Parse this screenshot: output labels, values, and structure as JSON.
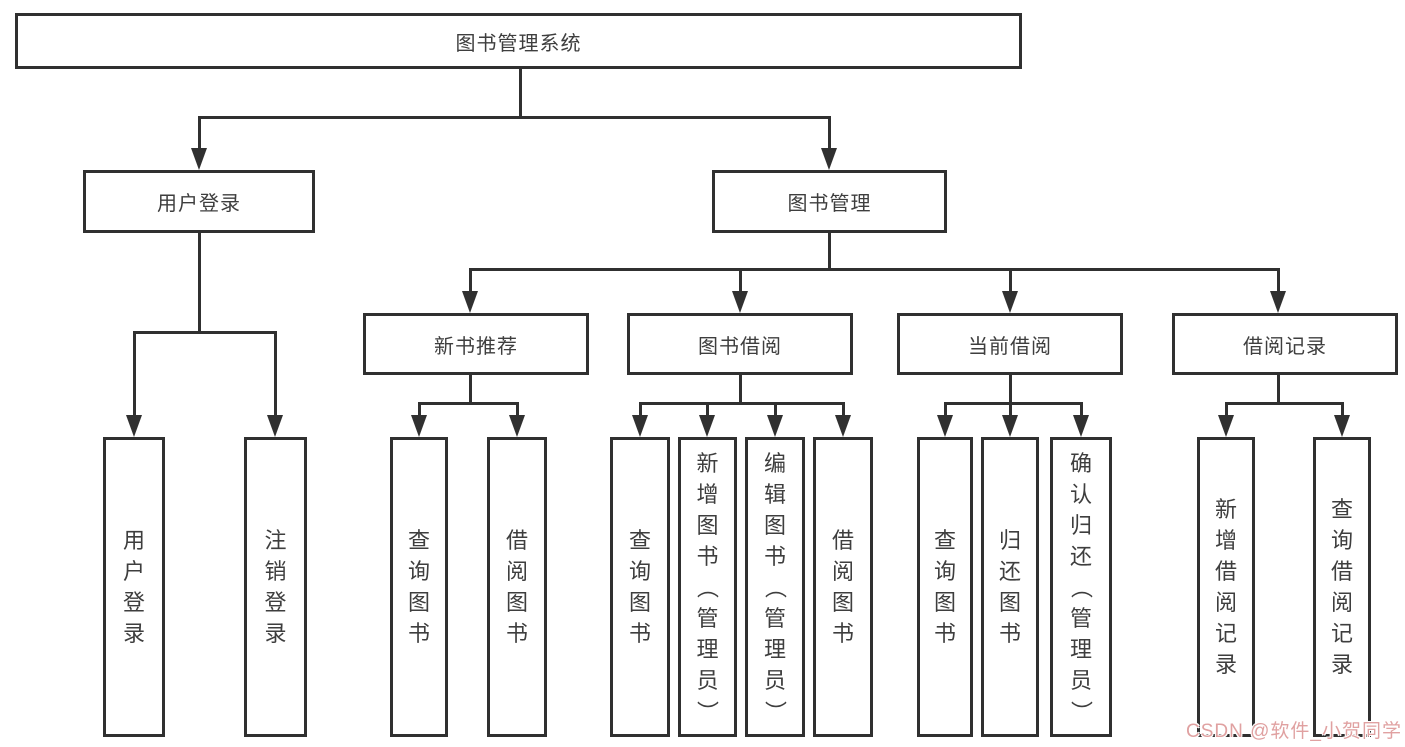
{
  "diagram": {
    "title": "图书管理系统",
    "root": {
      "label": "图书管理系统"
    },
    "level2": [
      {
        "label": "用户登录"
      },
      {
        "label": "图书管理"
      }
    ],
    "level3": [
      {
        "label": "新书推荐"
      },
      {
        "label": "图书借阅"
      },
      {
        "label": "当前借阅"
      },
      {
        "label": "借阅记录"
      }
    ],
    "leaves": [
      {
        "label": "用户登录"
      },
      {
        "label": "注销登录"
      },
      {
        "label": "查询图书"
      },
      {
        "label": "借阅图书"
      },
      {
        "label": "查询图书"
      },
      {
        "label": "新增图书（管理员）"
      },
      {
        "label": "编辑图书（管理员）"
      },
      {
        "label": "借阅图书"
      },
      {
        "label": "查询图书"
      },
      {
        "label": "归还图书"
      },
      {
        "label": "确认归还（管理员）"
      },
      {
        "label": "新增借阅记录"
      },
      {
        "label": "查询借阅记录"
      }
    ]
  },
  "watermark": {
    "text": "CSDN @软件_小贺同学"
  },
  "colors": {
    "line": "#303030",
    "text": "#3e3e3e",
    "background": "#ffffff",
    "watermark": "#e0a1a1"
  }
}
